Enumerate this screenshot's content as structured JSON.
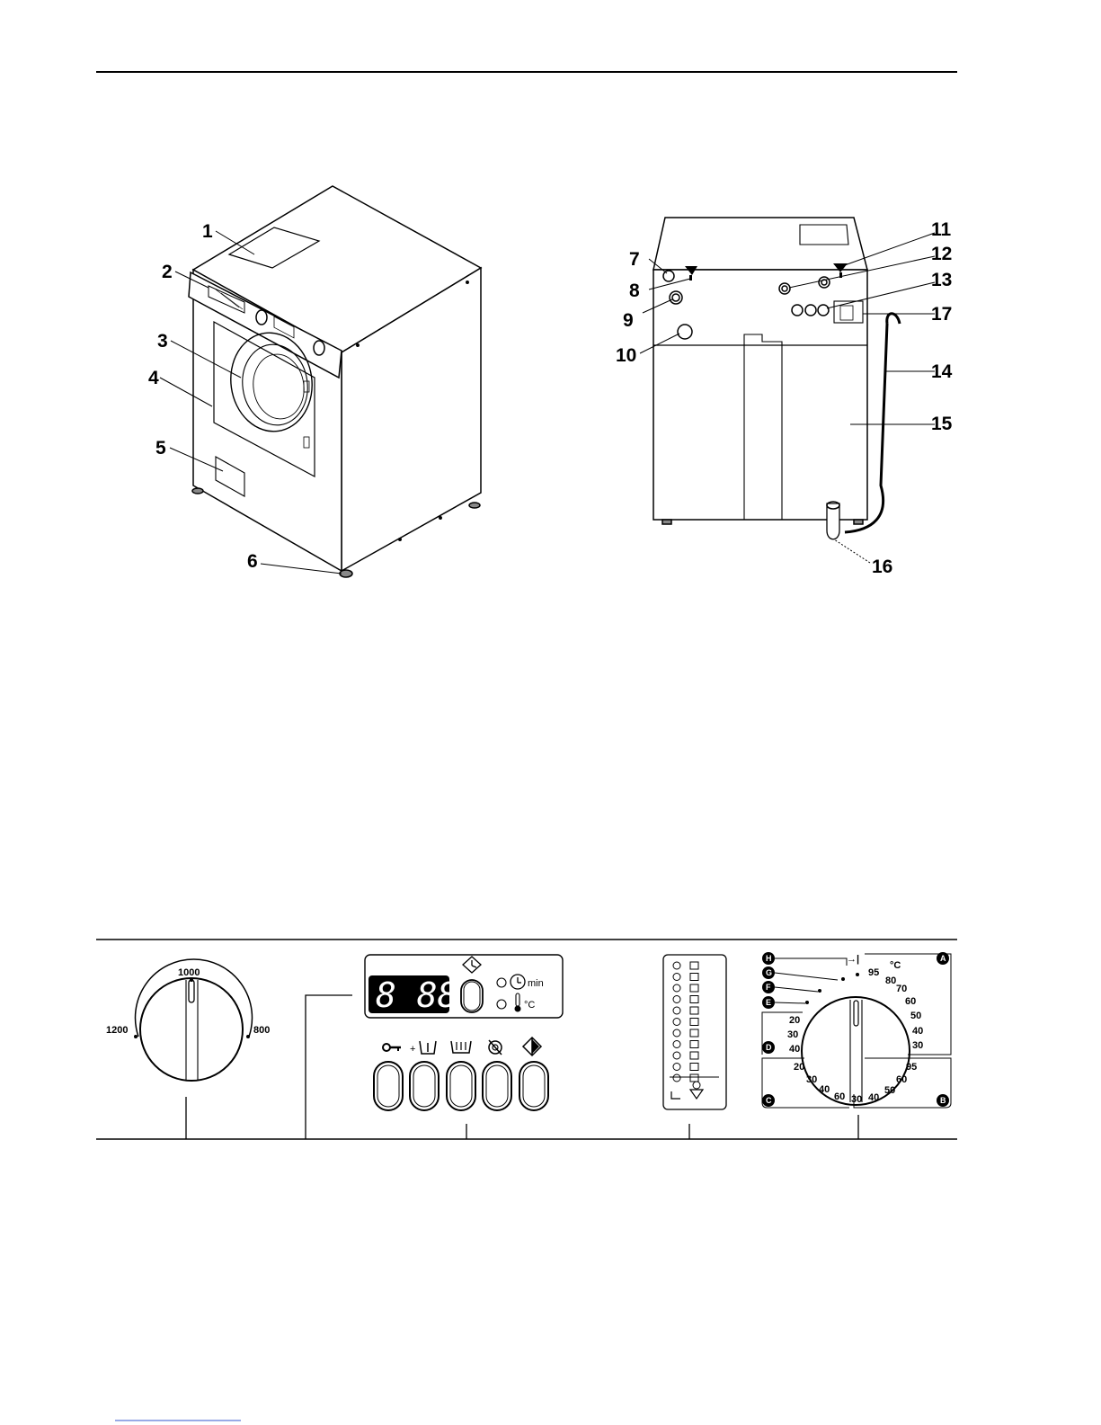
{
  "machine_front": {
    "callouts": [
      {
        "label": "1"
      },
      {
        "label": "2"
      },
      {
        "label": "3"
      },
      {
        "label": "4"
      },
      {
        "label": "5"
      },
      {
        "label": "6"
      }
    ]
  },
  "machine_back": {
    "callouts": [
      {
        "label": "7"
      },
      {
        "label": "8"
      },
      {
        "label": "9"
      },
      {
        "label": "10"
      },
      {
        "label": "11"
      },
      {
        "label": "12"
      },
      {
        "label": "13"
      },
      {
        "label": "17"
      },
      {
        "label": "14"
      },
      {
        "label": "15"
      },
      {
        "label": "16"
      }
    ]
  },
  "control_panel": {
    "spin_dial": {
      "values": [
        "1000",
        "1200",
        "800"
      ]
    },
    "display": {
      "digits": "8 88",
      "min_label": "min",
      "temp_label": "°C"
    },
    "buttons": [
      {
        "icon": "key-icon"
      },
      {
        "icon": "prewash-icon",
        "label": "+"
      },
      {
        "icon": "main-wash-icon"
      },
      {
        "icon": "no-spin-icon"
      },
      {
        "icon": "start-icon"
      }
    ],
    "program_leds": {
      "count": 11
    },
    "program_dial": {
      "top_symbol": "→|",
      "temp_unit": "°C",
      "group_a": [
        "95",
        "80",
        "70",
        "60",
        "50",
        "40",
        "30"
      ],
      "group_b": [
        "95",
        "60",
        "50",
        "40",
        "30"
      ],
      "group_c": [
        "20",
        "30",
        "40",
        "60"
      ],
      "group_d": [
        "20",
        "30",
        "40"
      ],
      "letters": [
        "H",
        "G",
        "F",
        "E",
        "D",
        "C",
        "B",
        "A"
      ]
    }
  }
}
